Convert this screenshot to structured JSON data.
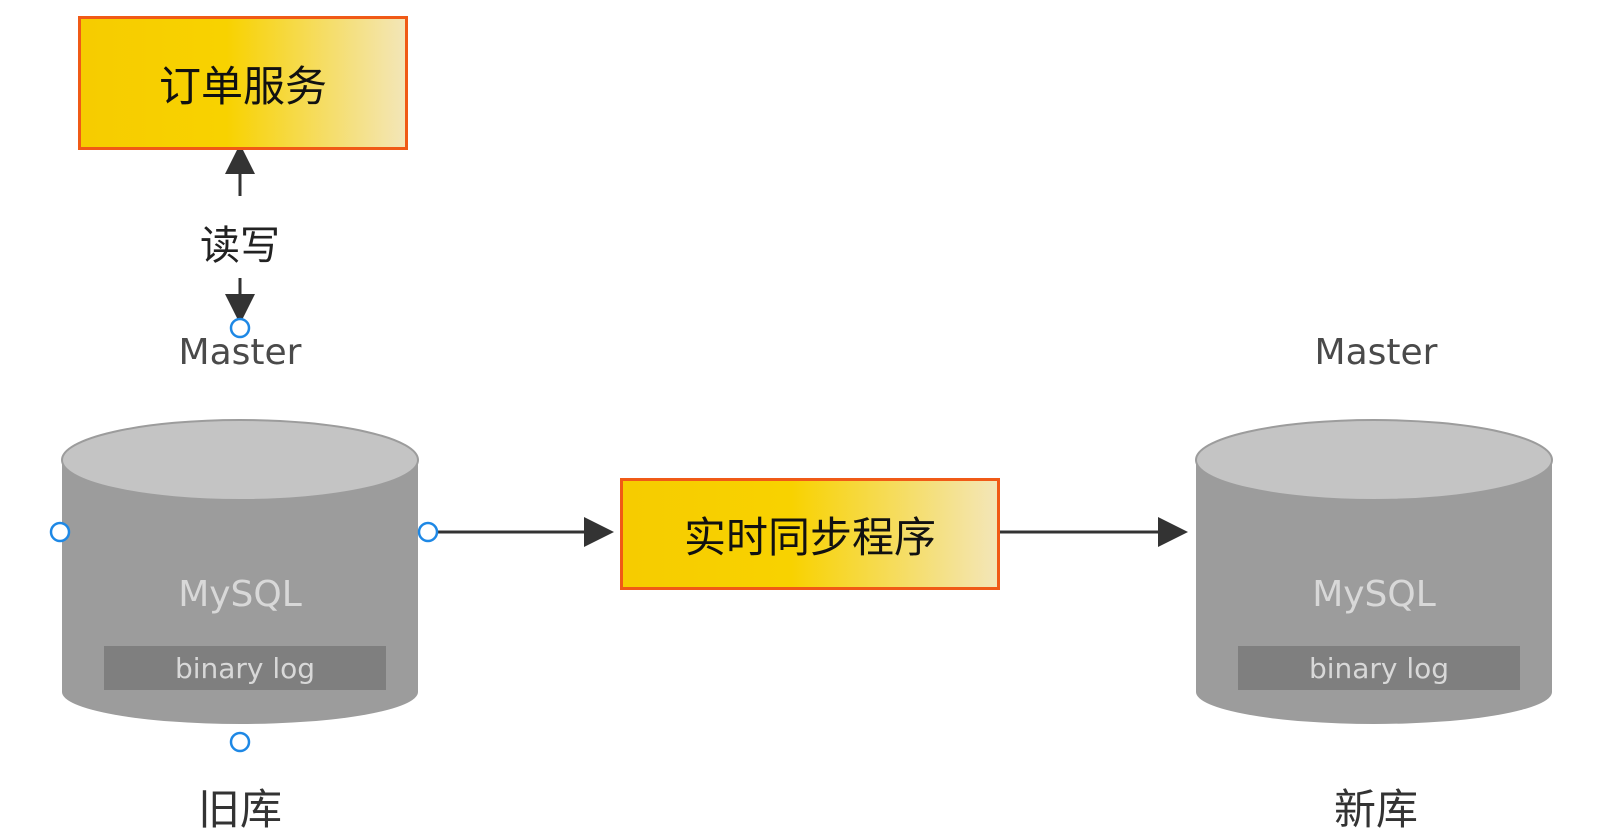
{
  "order_service": {
    "label": "订单服务"
  },
  "rw_label": "读写",
  "sync_program": {
    "label": "实时同步程序"
  },
  "old_db": {
    "role": "Master",
    "engine": "MySQL",
    "log": "binary log",
    "name": "旧库"
  },
  "new_db": {
    "role": "Master",
    "engine": "MySQL",
    "log": "binary log",
    "name": "新库"
  },
  "colors": {
    "box_border": "#f05a16",
    "box_fill_start": "#f6cc00",
    "box_fill_end": "#f3e6b8",
    "cylinder_body": "#9c9c9c",
    "cylinder_top": "#c4c4c4",
    "log_band": "#7f7f7f",
    "arrow": "#333333",
    "anchor": "#1e88e5"
  }
}
